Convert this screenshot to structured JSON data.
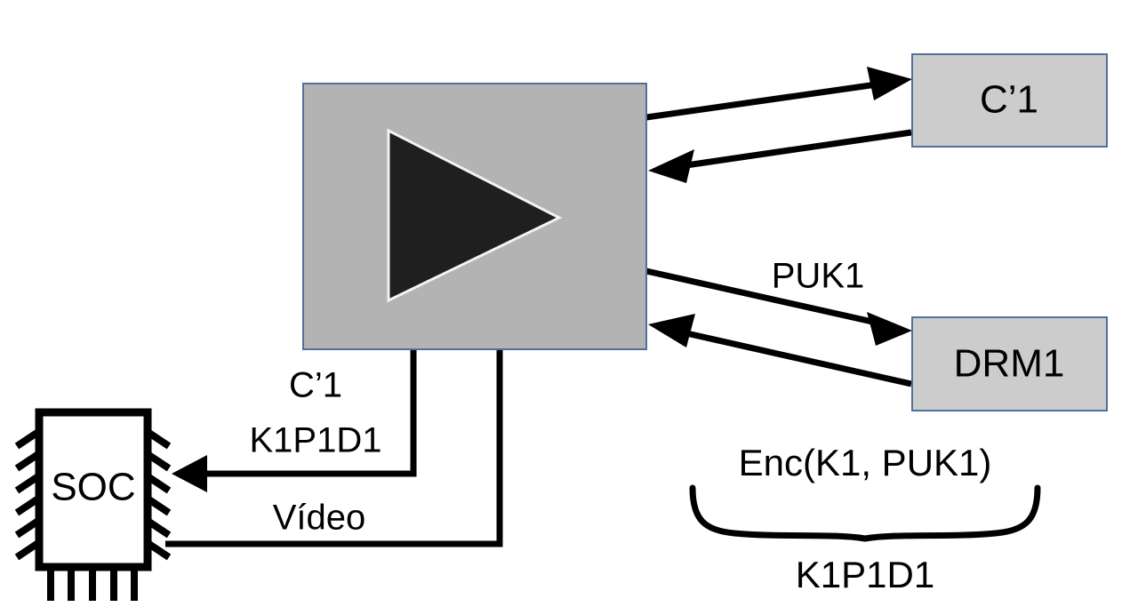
{
  "diagram": {
    "title": "DRM key exchange diagram",
    "colors": {
      "player_fill": "#b3b3b3",
      "node_fill": "#cccccc",
      "node_stroke": "#51719b",
      "line": "#000000",
      "play_icon": "#1f1f1f",
      "background": "#ffffff"
    },
    "nodes": {
      "player": {
        "label": "",
        "icon": "play-triangle-icon"
      },
      "client": {
        "label": "C’1"
      },
      "drm": {
        "label": "DRM1"
      },
      "soc": {
        "label": "SOC"
      }
    },
    "edge_labels": {
      "puk1": "PUK1",
      "to_soc_line1": "C’1",
      "to_soc_line2": "K1P1D1",
      "video": "Vídeo"
    },
    "annotation": {
      "top": "Enc(K1, PUK1)",
      "bottom": "K1P1D1"
    }
  }
}
